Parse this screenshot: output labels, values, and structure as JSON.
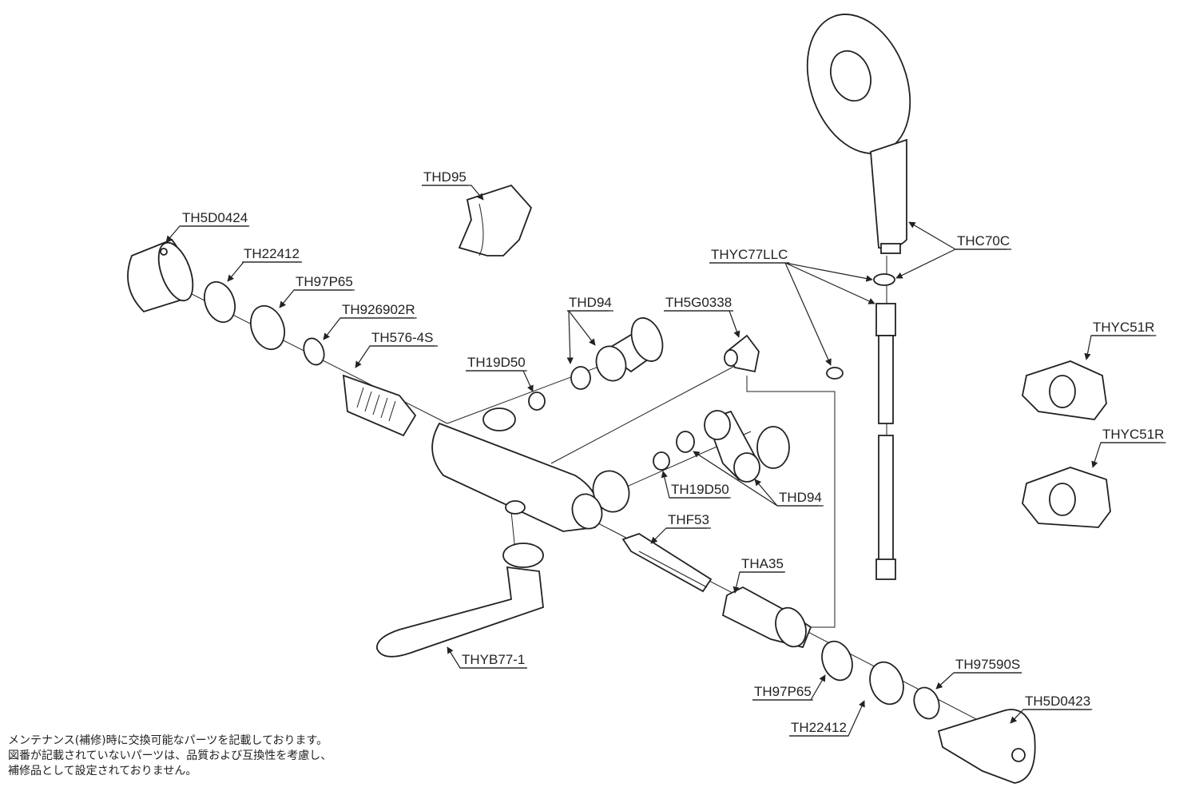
{
  "parts": {
    "thd95": "THD95",
    "th5d0424": "TH5D0424",
    "th22412_left": "TH22412",
    "th97p65_left": "TH97P65",
    "th926902r": "TH926902R",
    "th576_4s": "TH576-4S",
    "thd94_upper": "THD94",
    "th5g0338": "TH5G0338",
    "th19d50_upper": "TH19D50",
    "thyc77llc": "THYC77LLC",
    "thc70c": "THC70C",
    "thyc51r_upper": "THYC51R",
    "thyc51r_lower": "THYC51R",
    "th19d50_lower": "TH19D50",
    "thd94_lower": "THD94",
    "thf53": "THF53",
    "tha35": "THA35",
    "thyb77_1": "THYB77-1",
    "th97590s": "TH97590S",
    "th97p65_right": "TH97P65",
    "th5d0423": "TH5D0423",
    "th22412_right": "TH22412"
  },
  "note": {
    "line1": "メンテナンス(補修)時に交換可能なパーツを記載しております。",
    "line2": "図番が記載されていないパーツは、品質および互換性を考慮し、",
    "line3": "補修品として設定されておりません。"
  }
}
